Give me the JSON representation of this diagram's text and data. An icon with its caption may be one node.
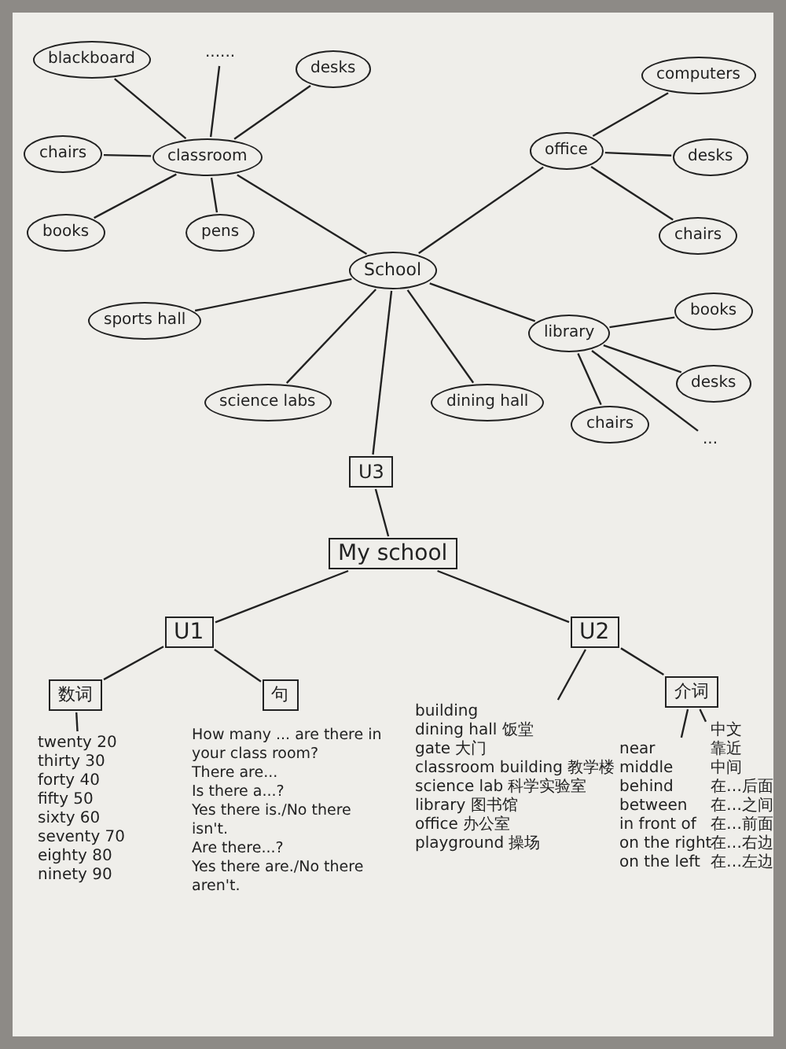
{
  "diagram": {
    "nodes": [
      {
        "text": [
          "My school"
        ]
      },
      {
        "text": [
          "U1"
        ]
      },
      {
        "text": [
          "数词"
        ]
      },
      {
        "text": [
          "twenty 20",
          "thirty 30",
          "forty 40",
          "fifty 50",
          "sixty 60",
          "seventy 70",
          "eighty 80",
          "ninety 90"
        ]
      },
      {
        "text": [
          "句"
        ],
        "beside": [
          "How many ... are there in your class room?",
          "There are...",
          "Is there a...?",
          "Yes there is./No there isn't.",
          "Are there...?",
          "Yes there are./No there aren't."
        ]
      },
      {
        "text": [
          "U2"
        ]
      },
      {
        "text": [
          "building",
          "dining hall 饭堂",
          "gate 大门",
          "classroom building 教学楼",
          "science lab 科学实验室",
          "library 图书馆",
          "office 办公室",
          "playground 操场"
        ]
      },
      {
        "text": [
          "介词"
        ]
      },
      {
        "text": [
          "near",
          "middle",
          "behind",
          "between",
          "in front of",
          "on the right",
          "on the left"
        ]
      },
      {
        "text": [
          "中文",
          "靠近",
          "中间",
          "在…后面",
          "在…之间",
          "在…前面",
          "在…右边",
          "在…左边"
        ]
      },
      {
        "text": [
          "U3"
        ]
      },
      {
        "text": [
          "School"
        ]
      },
      {
        "text": [
          "classroom"
        ]
      },
      {
        "text": [
          "blackboard"
        ]
      },
      {
        "text": [
          "......"
        ]
      },
      {
        "text": [
          "desks"
        ]
      },
      {
        "text": [
          "books"
        ]
      },
      {
        "text": [
          "chairs"
        ]
      },
      {
        "text": [
          "pens"
        ]
      },
      {
        "text": [
          "office"
        ]
      },
      {
        "text": [
          "computers"
        ]
      },
      {
        "text": [
          "desks"
        ]
      },
      {
        "text": [
          "chairs"
        ]
      },
      {
        "text": [
          "library"
        ]
      },
      {
        "text": [
          "books"
        ]
      },
      {
        "text": [
          "desks"
        ]
      },
      {
        "text": [
          "chairs"
        ]
      },
      {
        "text": [
          "..."
        ]
      },
      {
        "text": [
          "dining hall"
        ]
      },
      {
        "text": [
          "science labs"
        ]
      },
      {
        "text": [
          "sports hall"
        ]
      }
    ],
    "edges": [
      {
        "from": 0,
        "to": 1,
        "arrow": "none"
      },
      {
        "from": 1,
        "to": 2,
        "arrow": "none"
      },
      {
        "from": 2,
        "to": 3,
        "arrow": "none"
      },
      {
        "from": 1,
        "to": 4,
        "arrow": "none"
      },
      {
        "from": 0,
        "to": 5,
        "arrow": "none"
      },
      {
        "from": 5,
        "to": 6,
        "arrow": "none"
      },
      {
        "from": 5,
        "to": 7,
        "arrow": "none"
      },
      {
        "from": 7,
        "to": 8,
        "arrow": "none"
      },
      {
        "from": 7,
        "to": 9,
        "arrow": "none"
      },
      {
        "from": 0,
        "to": 10,
        "arrow": "none"
      },
      {
        "from": 10,
        "to": 11,
        "arrow": "none"
      },
      {
        "from": 11,
        "to": 12,
        "arrow": "none"
      },
      {
        "from": 12,
        "to": 13,
        "arrow": "none"
      },
      {
        "from": 12,
        "to": 14,
        "arrow": "none"
      },
      {
        "from": 12,
        "to": 15,
        "arrow": "none"
      },
      {
        "from": 12,
        "to": 16,
        "arrow": "none"
      },
      {
        "from": 12,
        "to": 17,
        "arrow": "none"
      },
      {
        "from": 12,
        "to": 18,
        "arrow": "none"
      },
      {
        "from": 11,
        "to": 19,
        "arrow": "none"
      },
      {
        "from": 19,
        "to": 20,
        "arrow": "none"
      },
      {
        "from": 19,
        "to": 21,
        "arrow": "none"
      },
      {
        "from": 19,
        "to": 22,
        "arrow": "none"
      },
      {
        "from": 11,
        "to": 23,
        "arrow": "none"
      },
      {
        "from": 23,
        "to": 24,
        "arrow": "none"
      },
      {
        "from": 23,
        "to": 25,
        "arrow": "none"
      },
      {
        "from": 23,
        "to": 26,
        "arrow": "none"
      },
      {
        "from": 23,
        "to": 27,
        "arrow": "none"
      },
      {
        "from": 11,
        "to": 28,
        "arrow": "none"
      },
      {
        "from": 11,
        "to": 29,
        "arrow": "none"
      },
      {
        "from": 11,
        "to": 30,
        "arrow": "none"
      }
    ]
  }
}
